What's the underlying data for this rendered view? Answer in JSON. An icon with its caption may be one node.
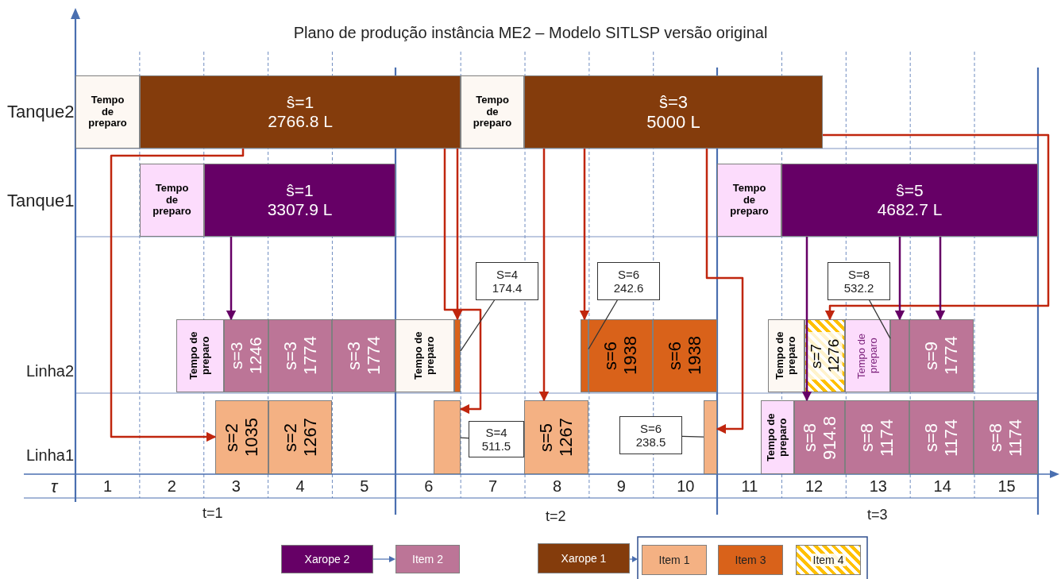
{
  "diagram": {
    "title": "Plano de produção instância ME2 – Modelo SITLSP versão original",
    "nodes": [
      {
        "text": [
          "Tempo de preparo"
        ]
      },
      {
        "text": [
          "ŝ=1 2766.8 L"
        ]
      },
      {
        "text": [
          "Tempo de preparo"
        ]
      },
      {
        "text": [
          "ŝ=3 5000 L"
        ]
      },
      {
        "text": [
          "Tempo de preparo"
        ]
      },
      {
        "text": [
          "ŝ=1 3307.9 L"
        ]
      },
      {
        "text": [
          "Tempo de preparo"
        ]
      },
      {
        "text": [
          "ŝ=5 4682.7 L"
        ]
      },
      {
        "text": [
          "S=4 174.4"
        ]
      },
      {
        "text": [
          "S=6 242.6"
        ]
      },
      {
        "text": [
          "S=8 532.2"
        ]
      },
      {
        "text": [
          "Tempo de preparo"
        ]
      },
      {
        "text": [
          "s=3 1246"
        ]
      },
      {
        "text": [
          "s=3 1774"
        ]
      },
      {
        "text": [
          "s=3 1774"
        ]
      },
      {
        "text": [
          "Tempo de preparo"
        ]
      },
      {
        "text": [],
        "shape": "bar"
      },
      {
        "text": [],
        "shape": "bar"
      },
      {
        "text": [
          "s=6 1938"
        ]
      },
      {
        "text": [
          "s=6 1938"
        ]
      },
      {
        "text": [
          "Tempo de preparo"
        ]
      },
      {
        "text": [
          "s=7 1276"
        ]
      },
      {
        "text": [
          "Tempo de preparo"
        ]
      },
      {
        "text": [],
        "shape": "bar"
      },
      {
        "text": [
          "s=9 1774"
        ]
      },
      {
        "text": [
          "s=2 1035"
        ]
      },
      {
        "text": [
          "s=2 1267"
        ]
      },
      {
        "text": [],
        "shape": "bar"
      },
      {
        "text": [
          "S=4 511.5"
        ]
      },
      {
        "text": [
          "s=5 1267"
        ]
      },
      {
        "text": [
          "S=6 238.5"
        ]
      },
      {
        "text": [],
        "shape": "bar"
      },
      {
        "text": [
          "Tempo de preparo"
        ]
      },
      {
        "text": [
          "s=8 914.8"
        ]
      },
      {
        "text": [
          "s=8 1174"
        ]
      },
      {
        "text": [
          "s=8 1174"
        ]
      },
      {
        "text": [
          "s=8 1174"
        ]
      }
    ],
    "edges": [
      {
        "from": 1,
        "to": 25,
        "arrow": "to"
      },
      {
        "from": 1,
        "to": 27,
        "arrow": "to"
      },
      {
        "from": 1,
        "to": 16,
        "arrow": "to"
      },
      {
        "from": 3,
        "to": 29,
        "arrow": "to"
      },
      {
        "from": 3,
        "to": 17,
        "arrow": "to"
      },
      {
        "from": 3,
        "to": 31,
        "arrow": "to"
      },
      {
        "from": 3,
        "to": 21,
        "arrow": "to"
      },
      {
        "from": 5,
        "to": 12,
        "arrow": "to",
        "color": "#660066"
      },
      {
        "from": 7,
        "to": 33,
        "arrow": "to",
        "color": "#660066"
      },
      {
        "from": 7,
        "to": 23,
        "arrow": "to",
        "color": "#660066"
      },
      {
        "from": 7,
        "to": 24,
        "arrow": "to",
        "color": "#660066"
      },
      {
        "from": 8,
        "to": 16,
        "arrow": "none",
        "color": "#333333"
      },
      {
        "from": 9,
        "to": 17,
        "arrow": "none",
        "color": "#333333"
      },
      {
        "from": 10,
        "to": 23,
        "arrow": "none",
        "color": "#333333"
      },
      {
        "from": 28,
        "to": 27,
        "arrow": "none",
        "color": "#333333"
      },
      {
        "from": 30,
        "to": 31,
        "arrow": "none",
        "color": "#333333"
      }
    ],
    "labels": [
      "Tanque2",
      "Tanque1",
      "Linha2",
      "Linha1",
      "τ",
      "1",
      "2",
      "3",
      "4",
      "5",
      "6",
      "7",
      "8",
      "9",
      "10",
      "11",
      "12",
      "13",
      "14",
      "15",
      "t=1",
      "t=2",
      "t=3"
    ],
    "legend": [
      {
        "text": "Xarope 2",
        "color": "#660066"
      },
      {
        "text": "Item 2",
        "color": "#bc7597"
      },
      {
        "text": "Xarope 1",
        "color": "#843c0c"
      },
      {
        "text": "Item 1",
        "color": "#f4b183"
      },
      {
        "text": "Item 3",
        "color": "#d9621a"
      },
      {
        "text": "Item 4"
      }
    ]
  }
}
